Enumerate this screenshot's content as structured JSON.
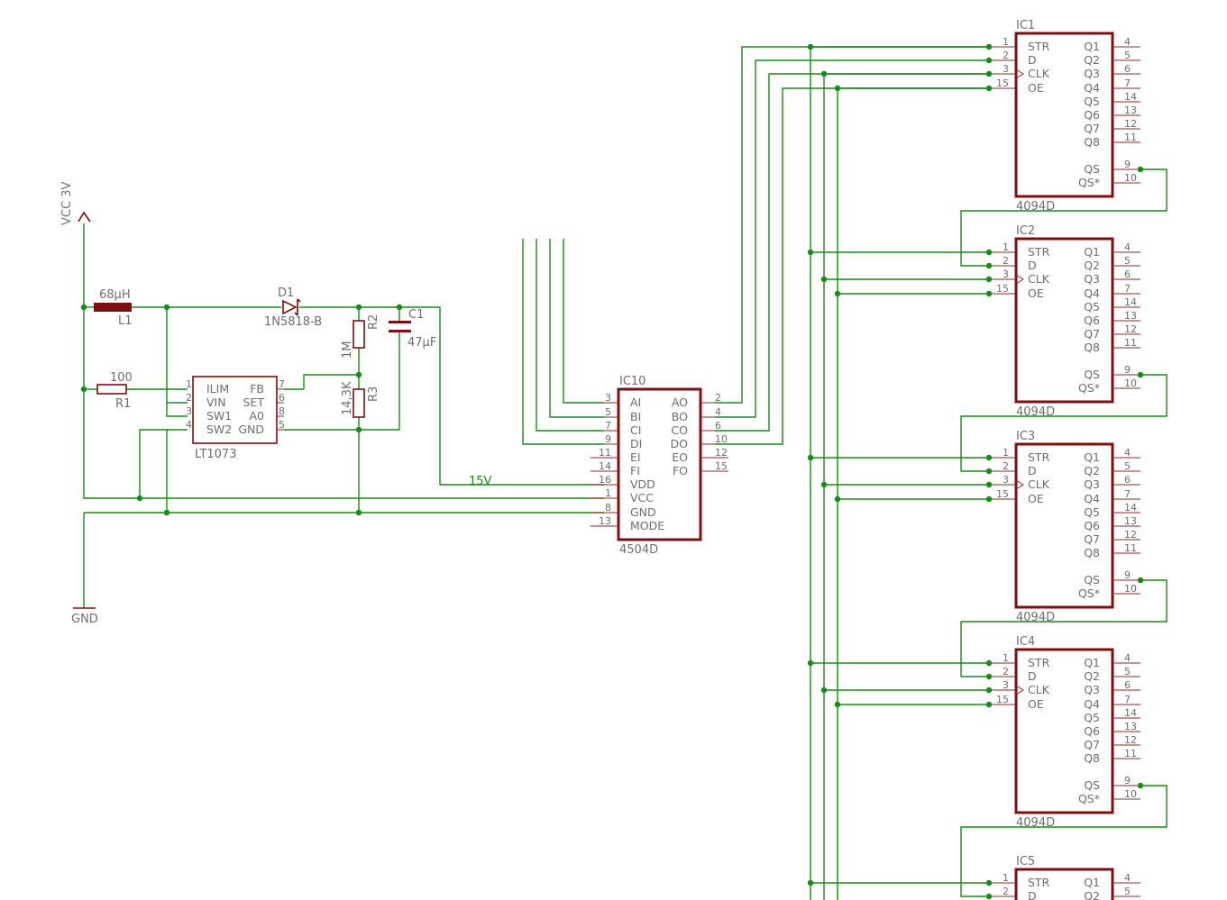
{
  "supply": {
    "vcc_label": "VCC 3V",
    "gnd_label": "GND",
    "net_15v": "15V"
  },
  "discretes": {
    "L1": {
      "name": "L1",
      "value": "68µH"
    },
    "D1": {
      "name": "D1",
      "value": "1N5818-B"
    },
    "R1": {
      "name": "R1",
      "value": "100"
    },
    "R2": {
      "name": "R2",
      "value": "1M"
    },
    "R3": {
      "name": "R3",
      "value": "14,3K"
    },
    "C1": {
      "name": "C1",
      "value": "47µF"
    }
  },
  "lt1073": {
    "name": "LT1073",
    "left_pins": [
      {
        "num": "1",
        "name": "ILIM"
      },
      {
        "num": "2",
        "name": "VIN"
      },
      {
        "num": "3",
        "name": "SW1"
      },
      {
        "num": "4",
        "name": "SW2"
      }
    ],
    "right_pins": [
      {
        "num": "7",
        "name": "FB"
      },
      {
        "num": "6",
        "name": "SET"
      },
      {
        "num": "8",
        "name": "A0"
      },
      {
        "num": "5",
        "name": "GND"
      }
    ]
  },
  "ic10": {
    "name": "IC10",
    "value": "4504D",
    "left_pins": [
      {
        "num": "3",
        "name": "AI"
      },
      {
        "num": "5",
        "name": "BI"
      },
      {
        "num": "7",
        "name": "CI"
      },
      {
        "num": "9",
        "name": "DI"
      },
      {
        "num": "11",
        "name": "EI"
      },
      {
        "num": "14",
        "name": "FI"
      },
      {
        "num": "16",
        "name": "VDD"
      },
      {
        "num": "1",
        "name": "VCC"
      },
      {
        "num": "8",
        "name": "GND"
      },
      {
        "num": "13",
        "name": "MODE"
      }
    ],
    "right_pins": [
      {
        "num": "2",
        "name": "AO"
      },
      {
        "num": "4",
        "name": "BO"
      },
      {
        "num": "6",
        "name": "CO"
      },
      {
        "num": "10",
        "name": "DO"
      },
      {
        "num": "12",
        "name": "EO"
      },
      {
        "num": "15",
        "name": "FO"
      }
    ]
  },
  "shift_registers": [
    {
      "name": "IC1",
      "value": "4094D"
    },
    {
      "name": "IC2",
      "value": "4094D"
    },
    {
      "name": "IC3",
      "value": "4094D"
    },
    {
      "name": "IC4",
      "value": "4094D"
    },
    {
      "name": "IC5",
      "value": ""
    }
  ],
  "sr_left_pins": [
    {
      "num": "1",
      "name": "STR"
    },
    {
      "num": "2",
      "name": "D"
    },
    {
      "num": "3",
      "name": "CLK"
    },
    {
      "num": "15",
      "name": "OE"
    }
  ],
  "sr_right_pins": [
    {
      "num": "4",
      "name": "Q1"
    },
    {
      "num": "5",
      "name": "Q2"
    },
    {
      "num": "6",
      "name": "Q3"
    },
    {
      "num": "7",
      "name": "Q4"
    },
    {
      "num": "14",
      "name": "Q5"
    },
    {
      "num": "13",
      "name": "Q6"
    },
    {
      "num": "12",
      "name": "Q7"
    },
    {
      "num": "11",
      "name": "Q8"
    }
  ],
  "sr_serial_pins": [
    {
      "num": "9",
      "name": "QS"
    },
    {
      "num": "10",
      "name": "QS*"
    }
  ],
  "colors": {
    "wire": "#1a8a1a",
    "part": "#7b1010",
    "pin": "#8b2b2b",
    "text": "#6e6e6e"
  }
}
